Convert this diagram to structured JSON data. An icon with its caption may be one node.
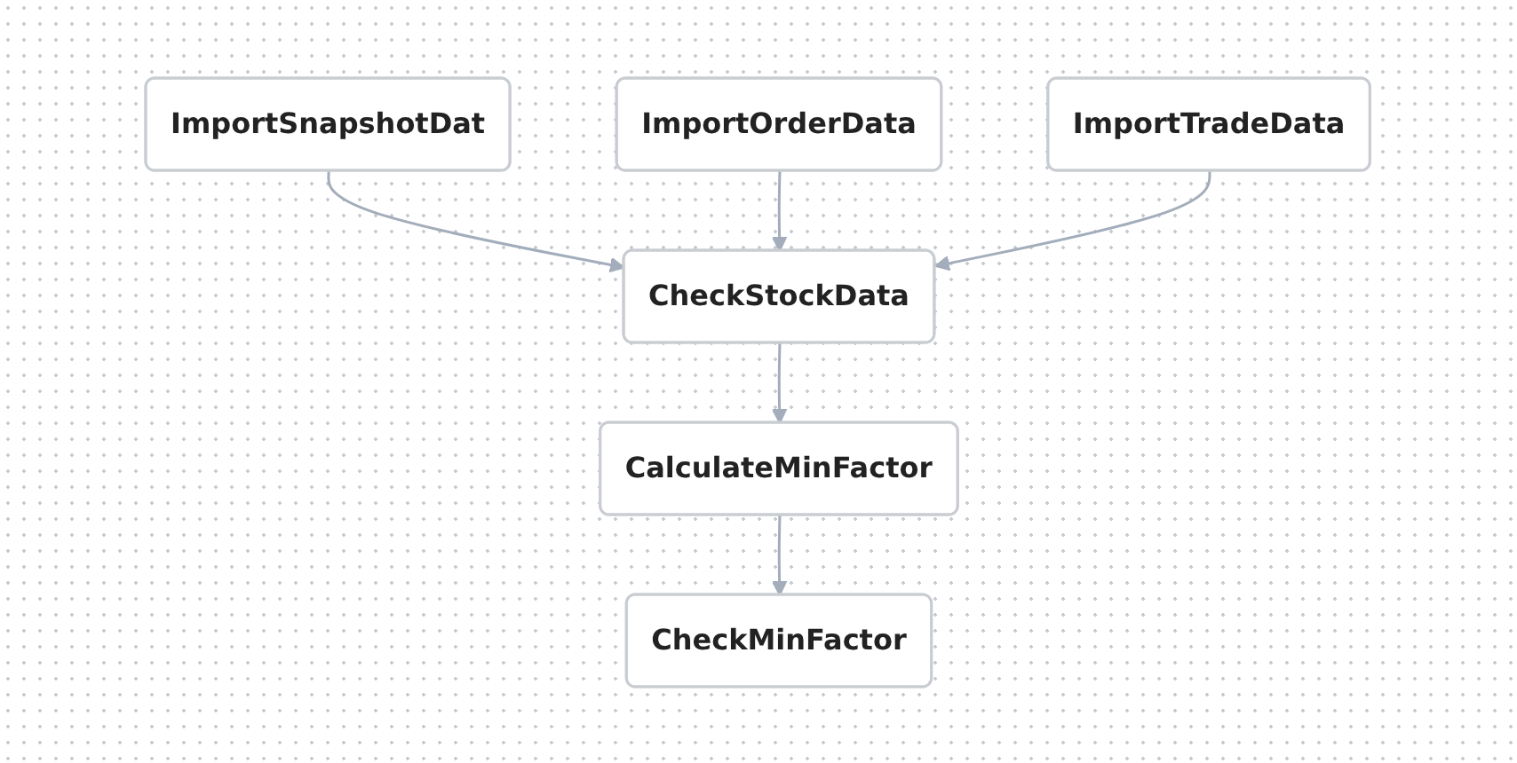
{
  "diagram": {
    "nodes": [
      {
        "text": [
          "ImportSnapshotDat"
        ]
      },
      {
        "text": [
          "ImportOrderData"
        ]
      },
      {
        "text": [
          "ImportTradeData"
        ]
      },
      {
        "text": [
          "CheckStockData"
        ]
      },
      {
        "text": [
          "CalculateMinFactor"
        ]
      },
      {
        "text": [
          "CheckMinFactor"
        ]
      }
    ],
    "edges": [
      {
        "from": 0,
        "to": 3,
        "arrow": "to"
      },
      {
        "from": 1,
        "to": 3,
        "arrow": "to"
      },
      {
        "from": 2,
        "to": 3,
        "arrow": "to"
      },
      {
        "from": 3,
        "to": 4,
        "arrow": "to"
      },
      {
        "from": 4,
        "to": 5,
        "arrow": "to"
      }
    ]
  }
}
